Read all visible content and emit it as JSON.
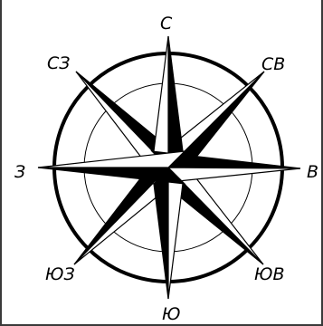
{
  "compass": {
    "labels": {
      "n": "С",
      "ne": "СВ",
      "e": "В",
      "se": "ЮВ",
      "s": "Ю",
      "sw": "ЮЗ",
      "w": "З",
      "nw": "СЗ"
    }
  },
  "colors": {
    "ink": "#000000",
    "paper": "#ffffff",
    "frame": "#3a3a3a"
  }
}
